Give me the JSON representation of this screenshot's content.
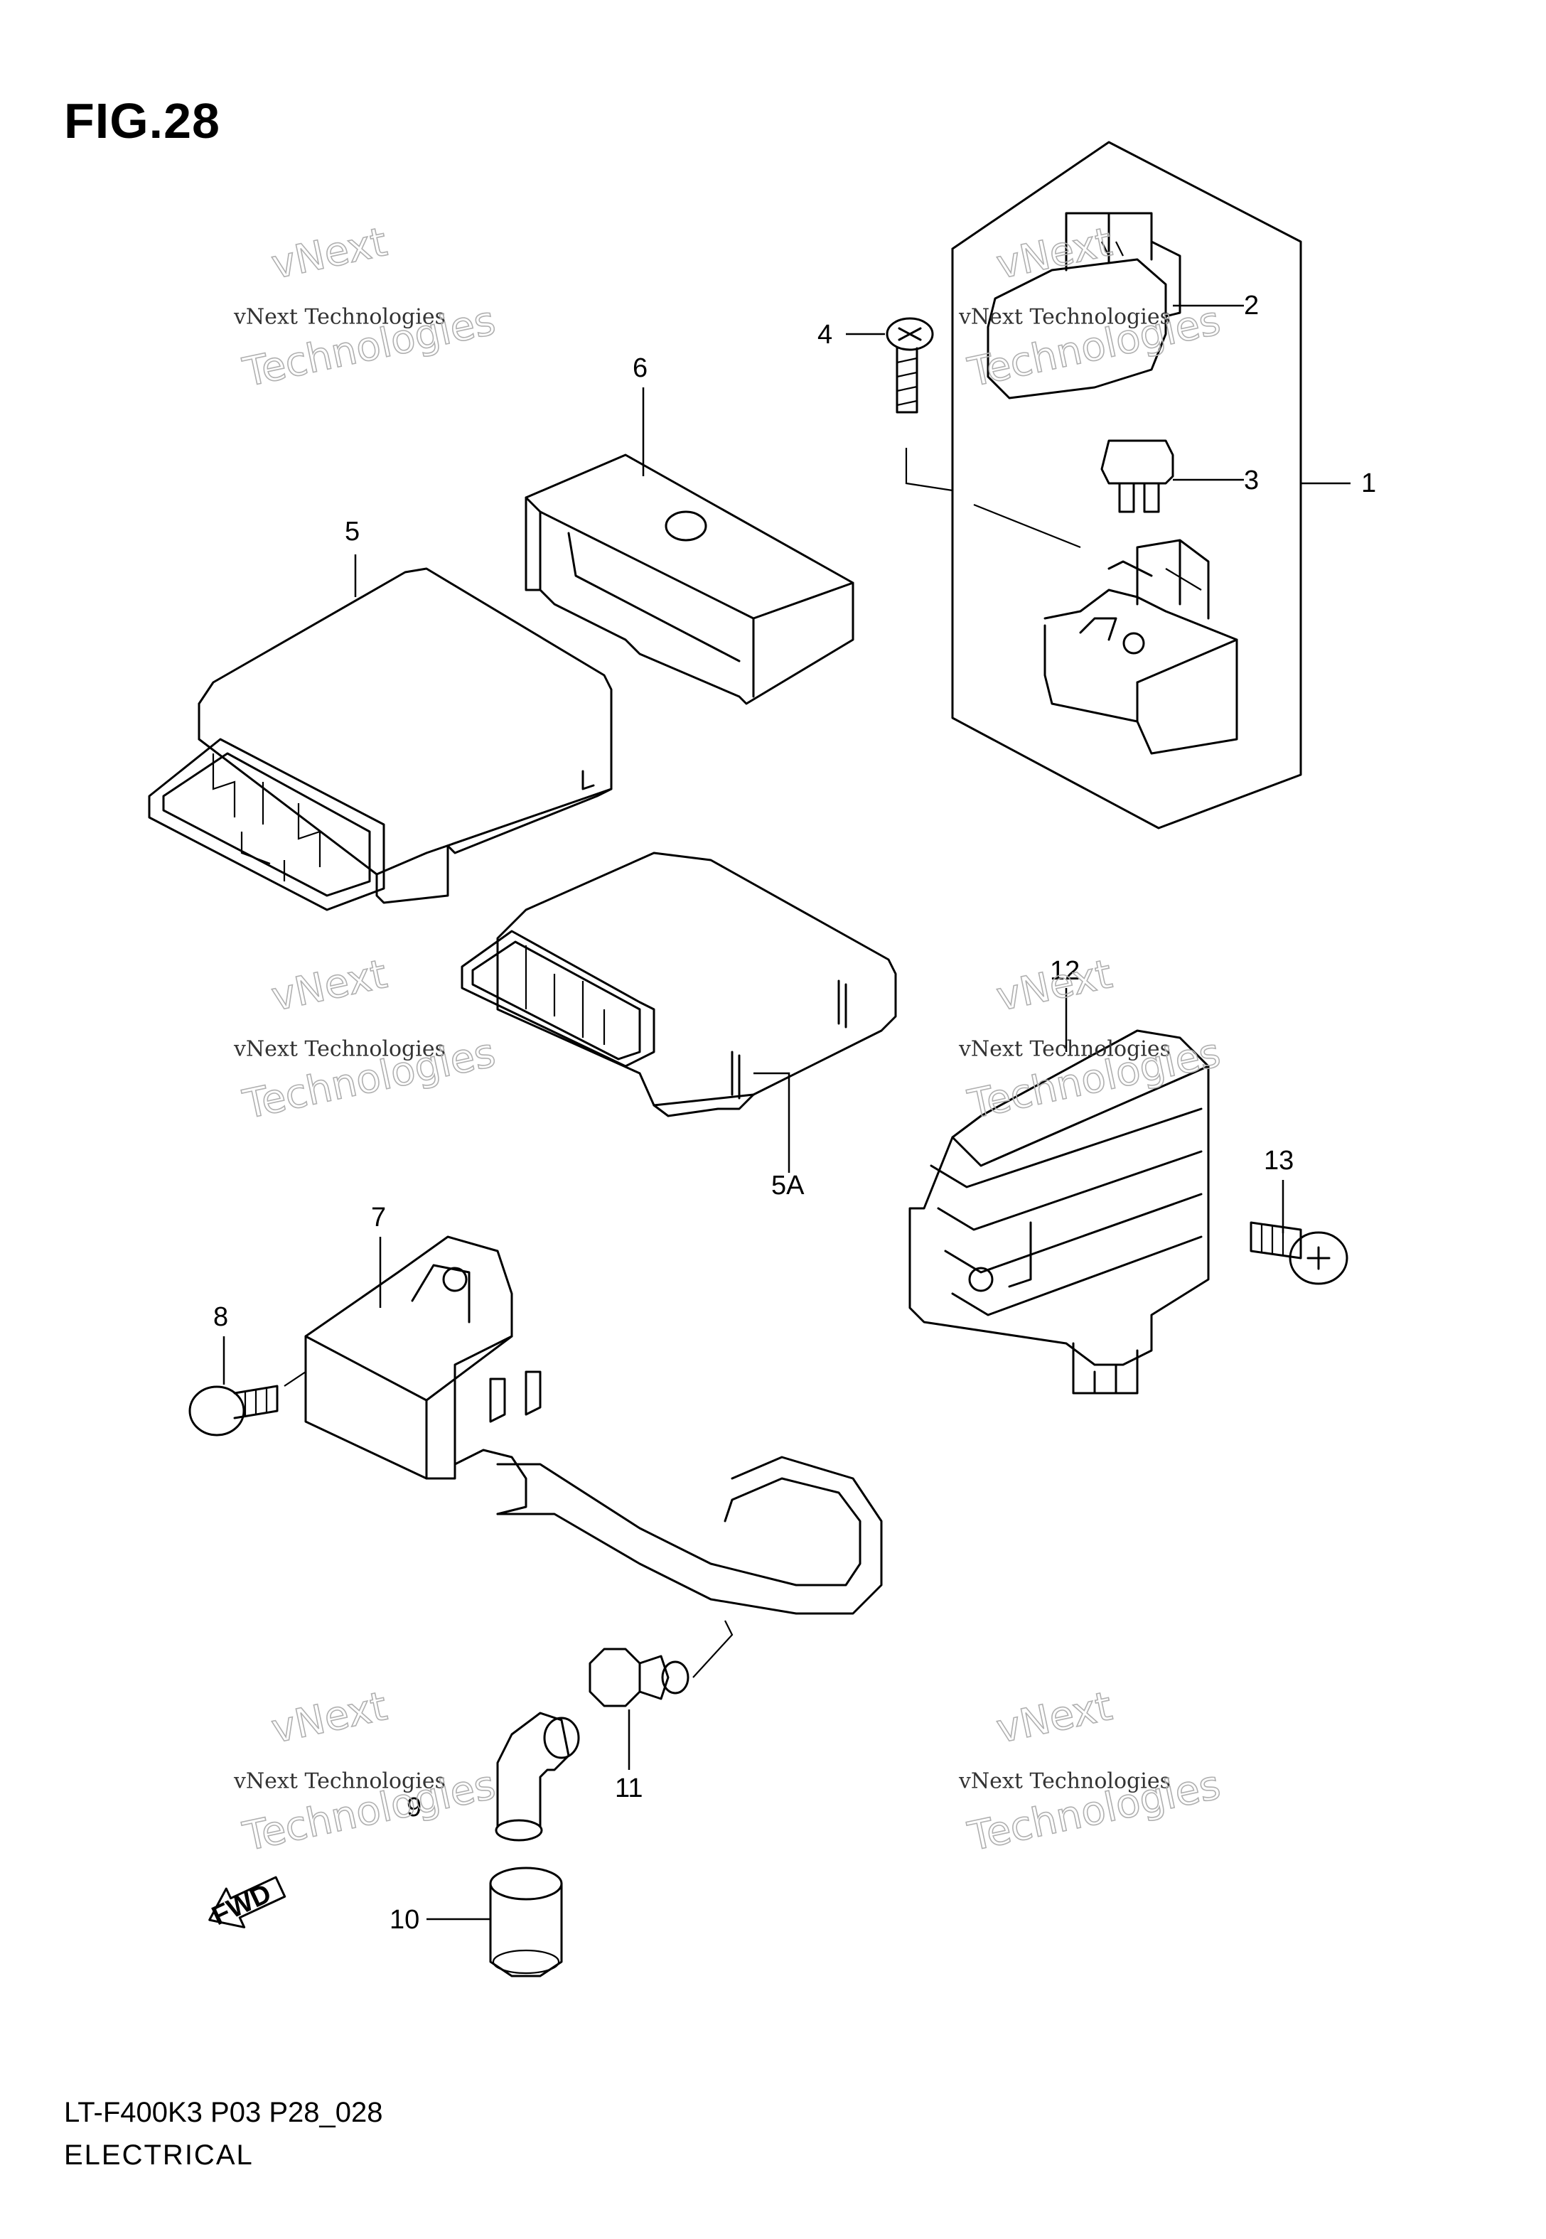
{
  "figure": {
    "title": "FIG.28"
  },
  "footer": {
    "model_code": "LT-F400K3 P03 P28_028",
    "section": "ELECTRICAL"
  },
  "watermark": {
    "line1": "vNext Technologies",
    "big_word1": "vNext",
    "big_word2": "Technologies"
  },
  "direction_marker": {
    "label": "FWD"
  },
  "callouts": [
    {
      "number": "1"
    },
    {
      "number": "2"
    },
    {
      "number": "3"
    },
    {
      "number": "4"
    },
    {
      "number": "5"
    },
    {
      "number": "5A"
    },
    {
      "number": "6"
    },
    {
      "number": "7"
    },
    {
      "number": "8"
    },
    {
      "number": "9"
    },
    {
      "number": "10"
    },
    {
      "number": "11"
    },
    {
      "number": "12"
    },
    {
      "number": "13"
    }
  ]
}
